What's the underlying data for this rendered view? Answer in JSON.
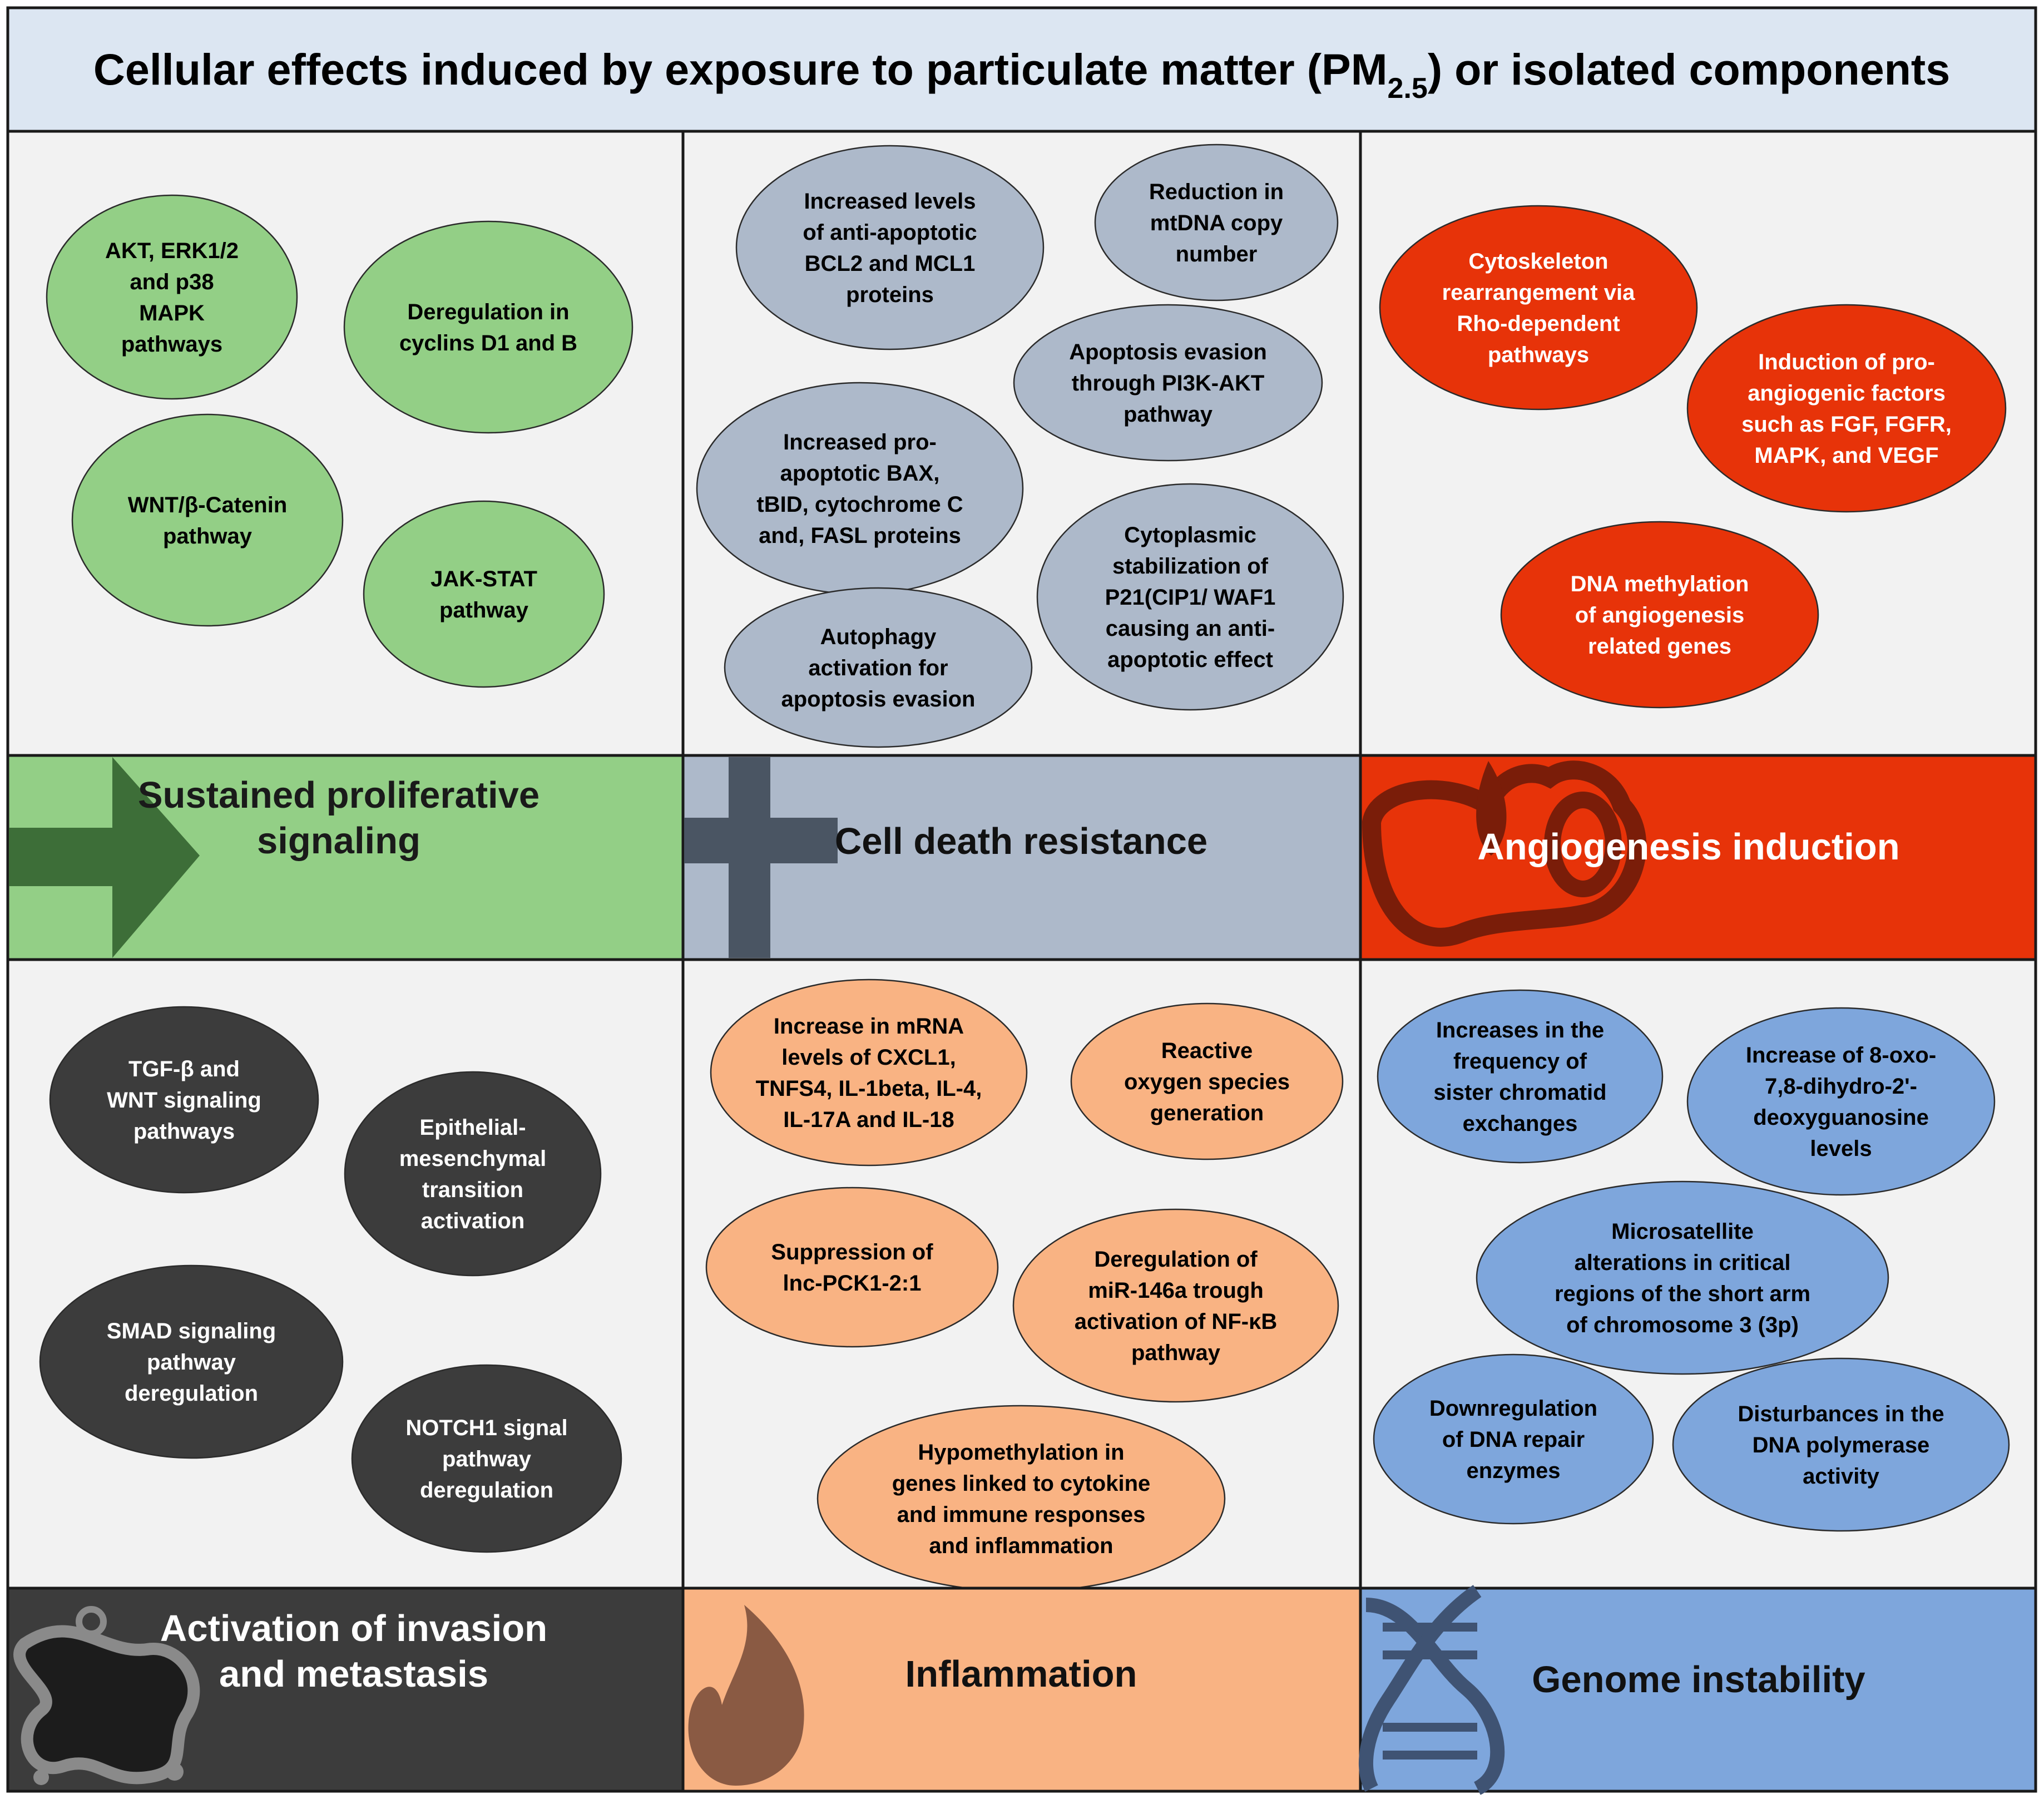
{
  "title": {
    "prefix": "Cellular effects induced by exposure to particulate matter (PM",
    "subscript": "2.5",
    "suffix": ") or isolated components"
  },
  "colors": {
    "title_band": "#dce6f2",
    "panel_bg": "#f2f2f2",
    "border": "#1a1a1a",
    "green": "#93cf86",
    "green_dark": "#3d6e38",
    "gray_blue": "#adb9ca",
    "slate": "#4a5563",
    "red": "#e73309",
    "red_dark": "#7a1d09",
    "charcoal": "#3c3c3c",
    "peach": "#f9b383",
    "brown": "#8a5a43",
    "blue": "#7ea6dc",
    "navy": "#3f5373"
  },
  "sections": [
    {
      "id": "proliferative",
      "color": "#93cf86",
      "text_color": "#000000",
      "banner_bg": "#93cf86",
      "banner_text_color": "#1a1a1a",
      "banner_lines": [
        "Sustained proliferative",
        "signaling"
      ],
      "icon": "arrow-icon",
      "ellipses": [
        {
          "lines": [
            "AKT, ERK1/2",
            "and p38",
            "MAPK",
            "pathways"
          ]
        },
        {
          "lines": [
            "Deregulation in",
            "cyclins D1 and B"
          ]
        },
        {
          "lines": [
            "WNT/β-Catenin",
            "pathway"
          ]
        },
        {
          "lines": [
            "JAK-STAT",
            "pathway"
          ]
        }
      ]
    },
    {
      "id": "cell-death",
      "color": "#adb9ca",
      "text_color": "#000000",
      "banner_bg": "#adb9ca",
      "banner_text_color": "#111111",
      "banner_lines": [
        "Cell death resistance"
      ],
      "icon": "cross-icon",
      "ellipses": [
        {
          "lines": [
            "Increased levels",
            "of anti-apoptotic",
            "BCL2 and MCL1",
            "proteins"
          ]
        },
        {
          "lines": [
            "Reduction in",
            "mtDNA copy",
            "number"
          ]
        },
        {
          "lines": [
            "Apoptosis evasion",
            "through PI3K-AKT",
            "pathway"
          ]
        },
        {
          "lines": [
            "Increased pro-",
            "apoptotic BAX,",
            "tBID, cytochrome C",
            "and, FASL proteins"
          ]
        },
        {
          "lines": [
            "Cytoplasmic",
            "stabilization of",
            "P21(CIP1/ WAF1",
            "causing an anti-",
            "apoptotic effect"
          ]
        },
        {
          "lines": [
            "Autophagy",
            "activation for",
            "apoptosis evasion"
          ]
        }
      ]
    },
    {
      "id": "angiogenesis",
      "color": "#e73309",
      "text_color": "#ffffff",
      "banner_bg": "#e73309",
      "banner_text_color": "#ffffff",
      "banner_lines": [
        "Angiogenesis induction"
      ],
      "icon": "blood-vessel-icon",
      "ellipses": [
        {
          "lines": [
            "Cytoskeleton",
            "rearrangement via",
            "Rho-dependent",
            "pathways"
          ]
        },
        {
          "lines": [
            "Induction of pro-",
            "angiogenic factors",
            "such as FGF, FGFR,",
            "MAPK, and VEGF"
          ]
        },
        {
          "lines": [
            "DNA methylation",
            "of angiogenesis",
            "related genes"
          ]
        }
      ]
    },
    {
      "id": "invasion",
      "color": "#3c3c3c",
      "text_color": "#ffffff",
      "banner_bg": "#3c3c3c",
      "banner_text_color": "#ffffff",
      "banner_lines": [
        "Activation of invasion",
        "and metastasis"
      ],
      "icon": "metastasis-cell-icon",
      "ellipses": [
        {
          "lines": [
            "TGF-β and",
            "WNT signaling",
            "pathways"
          ]
        },
        {
          "lines": [
            "Epithelial-",
            "mesenchymal",
            "transition",
            "activation"
          ]
        },
        {
          "lines": [
            "SMAD signaling",
            "pathway",
            "deregulation"
          ]
        },
        {
          "lines": [
            "NOTCH1 signal",
            "pathway",
            "deregulation"
          ]
        }
      ]
    },
    {
      "id": "inflammation",
      "color": "#f9b383",
      "text_color": "#000000",
      "banner_bg": "#f9b383",
      "banner_text_color": "#111111",
      "banner_lines": [
        "Inflammation"
      ],
      "icon": "flame-icon",
      "ellipses": [
        {
          "lines": [
            "Increase in mRNA",
            "levels of CXCL1,",
            "TNFS4, IL-1beta, IL-4,",
            "IL-17A and IL-18"
          ]
        },
        {
          "lines": [
            "Reactive",
            "oxygen species",
            "generation"
          ]
        },
        {
          "lines": [
            "Suppression of",
            "lnc-PCK1-2:1"
          ]
        },
        {
          "lines": [
            "Deregulation of",
            "miR-146a trough",
            "activation of NF-κB",
            "pathway"
          ]
        },
        {
          "lines": [
            "Hypomethylation in",
            "genes linked to cytokine",
            "and immune responses",
            "and inflammation"
          ]
        }
      ]
    },
    {
      "id": "genome",
      "color": "#7ea6dc",
      "text_color": "#000000",
      "banner_bg": "#7ea6dc",
      "banner_text_color": "#111111",
      "banner_lines": [
        "Genome instability"
      ],
      "icon": "dna-helix-icon",
      "ellipses": [
        {
          "lines": [
            "Increases in the",
            "frequency of",
            "sister chromatid",
            "exchanges"
          ]
        },
        {
          "lines": [
            "Increase of 8-oxo-",
            "7,8-dihydro-2'-",
            "deoxyguanosine",
            "levels"
          ]
        },
        {
          "lines": [
            "Microsatellite",
            "alterations in critical",
            "regions of the short arm",
            "of chromosome 3 (3p)"
          ]
        },
        {
          "lines": [
            "Downregulation",
            "of DNA repair",
            "enzymes"
          ]
        },
        {
          "lines": [
            "Disturbances in the",
            "DNA polymerase",
            "activity"
          ]
        }
      ]
    }
  ]
}
